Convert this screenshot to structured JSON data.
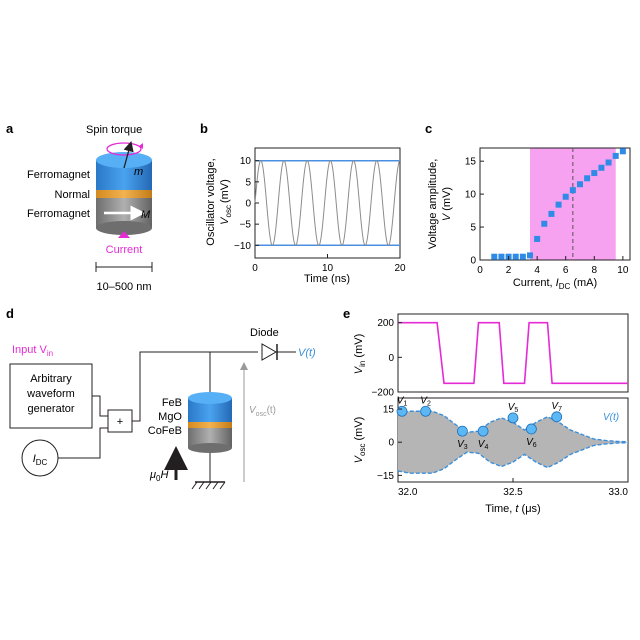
{
  "panels": [
    "a",
    "b",
    "c",
    "d",
    "e"
  ],
  "panel_a": {
    "spin_torque": "Spin torque",
    "m_label": "m",
    "M_label": "M",
    "layers": [
      "Ferromagnet",
      "Normal",
      "Ferromagnet"
    ],
    "current_label": "Current",
    "size_label": "10–500 nm",
    "colors": {
      "top": "#3a8fdc",
      "spacer": "#e8a33a",
      "bottom": "#8c8c8c",
      "current": "#e52ad6"
    }
  },
  "panel_b": {
    "chart_data": {
      "type": "line",
      "xlabel": "Time (ns)",
      "ylabel_main": "Oscillator voltage,",
      "ylabel_sym": "V",
      "ylabel_sub": "osc",
      "ylabel_unit": "(mV)",
      "xlim": [
        0,
        20
      ],
      "ylim": [
        -13,
        13
      ],
      "xticks": [
        0,
        10,
        20
      ],
      "yticks": [
        10,
        5,
        0,
        -5,
        -10
      ],
      "ytick_labels": [
        "10",
        "5",
        "0",
        "−5",
        "−10"
      ],
      "amplitude": 10,
      "period_ns": 3.2,
      "envelope": [
        10,
        -10
      ],
      "colors": {
        "signal": "#8c8c8c",
        "envelope": "#4a90e2"
      }
    }
  },
  "panel_c": {
    "chart_data": {
      "type": "scatter",
      "xlabel_main": "Current, ",
      "xlabel_sym": "I",
      "xlabel_sub": "DC",
      "xlabel_unit": " (mA)",
      "ylabel_main": "Voltage amplitude,",
      "ylabel_sym": "V",
      "ylabel_unit": "(mV)",
      "xlim": [
        0,
        10.5
      ],
      "ylim": [
        0,
        17
      ],
      "xticks": [
        0,
        2,
        4,
        6,
        8,
        10
      ],
      "yticks": [
        0,
        5,
        10,
        15
      ],
      "x": [
        1.0,
        1.5,
        2.0,
        2.5,
        3.0,
        3.5,
        4.0,
        4.5,
        5.0,
        5.5,
        6.0,
        6.5,
        7.0,
        7.5,
        8.0,
        8.5,
        9.0,
        9.5,
        10.0
      ],
      "y": [
        0.5,
        0.5,
        0.5,
        0.5,
        0.5,
        0.7,
        3.2,
        5.5,
        7.0,
        8.4,
        9.6,
        10.6,
        11.5,
        12.4,
        13.2,
        14.0,
        14.8,
        15.8,
        16.5
      ],
      "shaded_x": [
        3.5,
        9.5
      ],
      "dashed_x": 6.5,
      "colors": {
        "points": "#2f8be6",
        "shade": "#f6a2f0"
      }
    }
  },
  "panel_d": {
    "input_label": "Input V",
    "input_sub": "in",
    "generator": [
      "Arbitrary",
      "waveform",
      "generator"
    ],
    "plus": "+",
    "idc_label": "I",
    "idc_sub": "DC",
    "stack": [
      "FeB",
      "MgO",
      "CoFeB"
    ],
    "diode_label": "Diode",
    "vt_label": "V(t)",
    "vosc_label": "V",
    "vosc_sub": "osc",
    "vosc_t": "(t)",
    "field_label": "μ",
    "field_sub": "0",
    "field_H": "H",
    "colors": {
      "input": "#e52ad6",
      "vt": "#3a8fdc",
      "vosc": "#9a9a9a"
    }
  },
  "panel_e": {
    "top_chart": {
      "chart_data": {
        "type": "line",
        "ylabel_sym": "V",
        "ylabel_sub": "in",
        "ylabel_unit": " (mV)",
        "ylim": [
          -200,
          250
        ],
        "yticks": [
          200,
          0,
          -200
        ],
        "ytick_labels": [
          "200",
          "0",
          "−200"
        ],
        "x": [
          32.0,
          32.17,
          32.2,
          32.33,
          32.35,
          32.44,
          32.46,
          32.55,
          32.57,
          32.65,
          32.67,
          33.0
        ],
        "y": [
          200,
          200,
          -150,
          -150,
          200,
          200,
          -150,
          -150,
          200,
          200,
          -150,
          -150
        ],
        "color": "#e52ad6"
      }
    },
    "bottom_chart": {
      "chart_data": {
        "type": "area",
        "ylabel_sym": "V",
        "ylabel_sub": "osc",
        "ylabel_unit": " (mV)",
        "xlabel_main": "Time, ",
        "xlabel_sym": "t",
        "xlabel_unit": " (μs)",
        "xlim": [
          32.0,
          33.0
        ],
        "ylim": [
          -18,
          20
        ],
        "xticks": [
          32.0,
          32.5,
          33.0
        ],
        "xtick_labels": [
          "32.0",
          "32.5",
          "33.0"
        ],
        "yticks": [
          15,
          0,
          -15
        ],
        "ytick_labels": [
          "15",
          "0",
          "−15"
        ],
        "envelope_x": [
          32.0,
          32.05,
          32.1,
          32.15,
          32.2,
          32.25,
          32.3,
          32.35,
          32.4,
          32.45,
          32.5,
          32.55,
          32.6,
          32.65,
          32.7,
          32.75,
          32.8,
          32.85,
          32.9,
          32.95,
          33.0
        ],
        "envelope_y": [
          13,
          14,
          14,
          14,
          12,
          8,
          4.5,
          5,
          9,
          11,
          9,
          5.5,
          9,
          11.5,
          9,
          5.5,
          3.5,
          1.5,
          0.8,
          0.4,
          0.2
        ],
        "markers": [
          {
            "label": "V",
            "sub": "1",
            "x": 32.0,
            "y": 14
          },
          {
            "label": "V",
            "sub": "2",
            "x": 32.12,
            "y": 14
          },
          {
            "label": "V",
            "sub": "3",
            "x": 32.28,
            "y": 5
          },
          {
            "label": "V",
            "sub": "4",
            "x": 32.37,
            "y": 5
          },
          {
            "label": "V",
            "sub": "5",
            "x": 32.5,
            "y": 11
          },
          {
            "label": "V",
            "sub": "6",
            "x": 32.58,
            "y": 6
          },
          {
            "label": "V",
            "sub": "7",
            "x": 32.69,
            "y": 11.5
          }
        ],
        "legend_label": "V(t)",
        "colors": {
          "fill": "#b5b5b5",
          "envelope": "#3a8fdc",
          "marker": "#5bb8f5"
        }
      }
    }
  }
}
